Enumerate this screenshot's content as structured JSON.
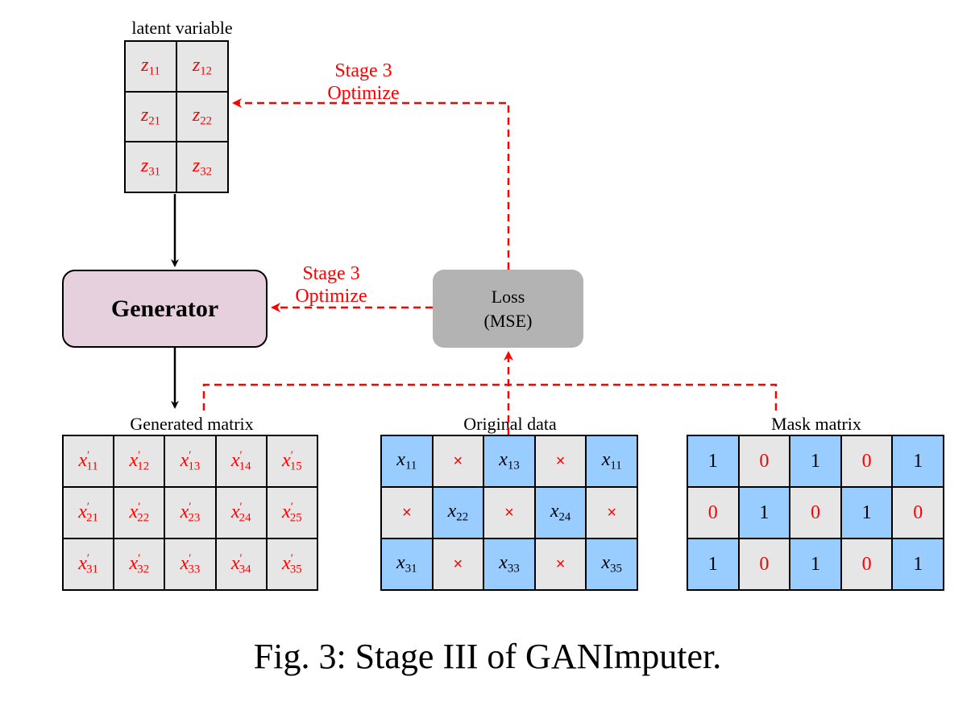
{
  "latent": {
    "title": "latent variable",
    "rows": [
      [
        "11",
        "12"
      ],
      [
        "21",
        "22"
      ],
      [
        "31",
        "32"
      ]
    ],
    "var": "z"
  },
  "generator": {
    "label": "Generator"
  },
  "loss": {
    "line1": "Loss",
    "line2": "(MSE)"
  },
  "stage_top": {
    "line1": "Stage 3",
    "line2": "Optimize"
  },
  "stage_mid": {
    "line1": "Stage 3",
    "line2": "Optimize"
  },
  "generated": {
    "title": "Generated matrix",
    "var": "x",
    "prime": "′",
    "rows": [
      [
        "11",
        "12",
        "13",
        "14",
        "15"
      ],
      [
        "21",
        "22",
        "23",
        "24",
        "25"
      ],
      [
        "31",
        "32",
        "33",
        "34",
        "35"
      ]
    ]
  },
  "original": {
    "title": "Original data",
    "var": "x",
    "missing": "×",
    "rows": [
      [
        "11",
        "",
        "13",
        "",
        "11"
      ],
      [
        "",
        "22",
        "",
        "24",
        ""
      ],
      [
        "31",
        "",
        "33",
        "",
        "35"
      ]
    ]
  },
  "mask": {
    "title": "Mask matrix",
    "rows": [
      [
        "1",
        "0",
        "1",
        "0",
        "1"
      ],
      [
        "0",
        "1",
        "0",
        "1",
        "0"
      ],
      [
        "1",
        "0",
        "1",
        "0",
        "1"
      ]
    ]
  },
  "caption": "Fig. 3: Stage III of GANImputer.",
  "colors": {
    "red": "#ff0000",
    "blue_cell": "#99ccff",
    "gray_cell": "#e6e6e6",
    "generator": "#e6d0de",
    "loss": "#b3b3b3"
  }
}
